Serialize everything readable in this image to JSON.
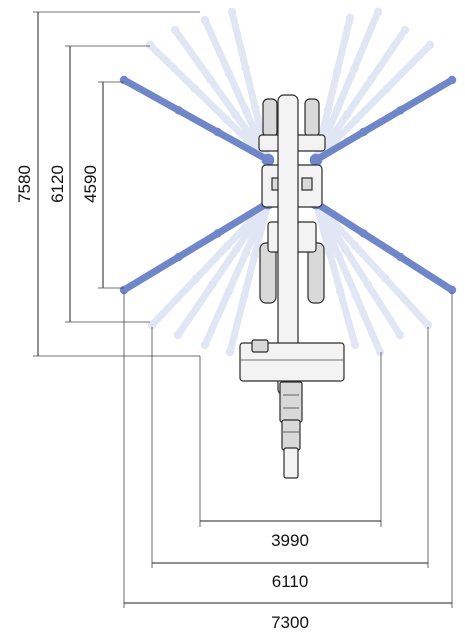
{
  "colors": {
    "line": "#222222",
    "outrigger_blue": "#6f86c9",
    "outrigger_faint": "#c9d3ee",
    "machine_gray": "#d9d9d9"
  },
  "dimensions": {
    "vertical": [
      {
        "label": "7580"
      },
      {
        "label": "6120"
      },
      {
        "label": "4590"
      }
    ],
    "horizontal": [
      {
        "label": "3990"
      },
      {
        "label": "6110"
      },
      {
        "label": "7300"
      }
    ]
  }
}
